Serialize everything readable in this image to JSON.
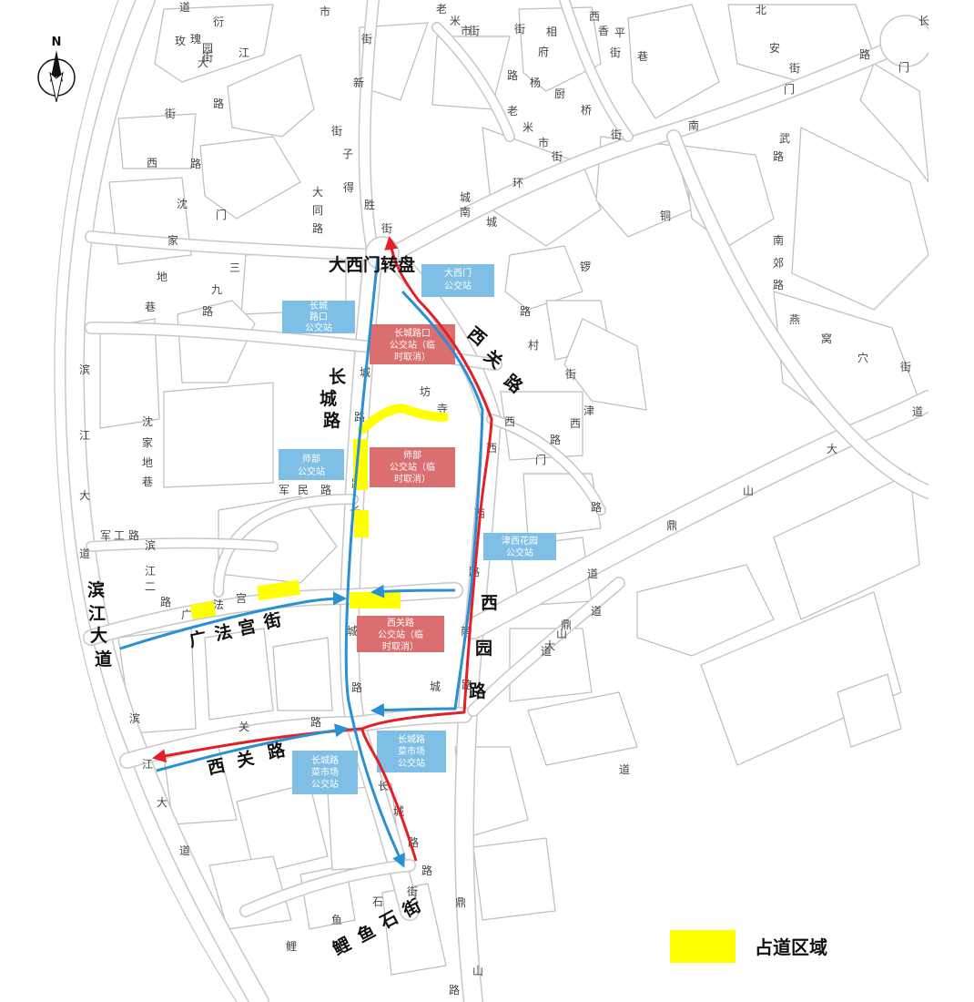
{
  "compass": {
    "letter": "N"
  },
  "places": {
    "roundabout": "大西门转盘",
    "changcheng_road": [
      "长",
      "城",
      "路"
    ],
    "xiguan_road_ne": [
      "西",
      "关",
      "路"
    ],
    "xiyuan_road": [
      "西",
      "园",
      "路"
    ],
    "binjiang_avenue": [
      "滨",
      "江",
      "大",
      "道"
    ],
    "guangfagong_street": [
      "广",
      "法",
      "宫",
      "街"
    ],
    "xiguan_road_sw": [
      "西",
      "关",
      "路"
    ],
    "liyushi_street": [
      "鲤",
      "鱼",
      "石",
      "街"
    ]
  },
  "stops": {
    "daximen": [
      "大西门",
      "公交站"
    ],
    "changcheng_lukou_blue": [
      "长城",
      "路口",
      "公交站"
    ],
    "changcheng_lukou_red": [
      "长城路口",
      "公交站（临",
      "时取消）"
    ],
    "shibu_blue": [
      "师部",
      "公交站"
    ],
    "shibu_red": [
      "师部",
      "公交站（临",
      "时取消）"
    ],
    "jinxi_garden": [
      "津西花园",
      "公交站"
    ],
    "xiguanlu_red": [
      "西关路",
      "公交站（临",
      "时取消）"
    ],
    "caishichang_right": [
      "长城路",
      "菜市场",
      "公交站"
    ],
    "caishichang_left": [
      "长城路",
      "菜市场",
      "公交站"
    ]
  },
  "street_chars": [
    [
      "滨",
      93,
      410
    ],
    [
      "江",
      93,
      482
    ],
    [
      "大",
      93,
      548
    ],
    [
      "道",
      93,
      612
    ],
    [
      "沈",
      162,
      467
    ],
    [
      "家",
      162,
      490
    ],
    [
      "地",
      162,
      512
    ],
    [
      "巷",
      162,
      533
    ],
    [
      "滨",
      165,
      603
    ],
    [
      "江",
      165,
      631
    ],
    [
      "二",
      165,
      648
    ],
    [
      "路",
      182,
      665
    ],
    [
      "军",
      116,
      592
    ],
    [
      "工",
      131,
      592
    ],
    [
      "路",
      147,
      592
    ],
    [
      "西",
      167,
      183
    ],
    [
      "路",
      215,
      184
    ],
    [
      "沈",
      200,
      228
    ],
    [
      "家",
      190,
      268
    ],
    [
      "地",
      178,
      308
    ],
    [
      "巷",
      165,
      341
    ],
    [
      "门",
      243,
      240
    ],
    [
      "三",
      258,
      298
    ],
    [
      "九",
      238,
      322
    ],
    [
      "路",
      228,
      346
    ],
    [
      "道",
      203,
      12
    ],
    [
      "衍",
      240,
      28
    ],
    [
      "玫",
      198,
      49
    ],
    [
      "瑰",
      215,
      47
    ],
    [
      "园",
      228,
      57
    ],
    [
      "街",
      228,
      67
    ],
    [
      "大",
      223,
      73
    ],
    [
      "江",
      268,
      62
    ],
    [
      "路",
      240,
      118
    ],
    [
      "街",
      187,
      129
    ],
    [
      "市",
      357,
      17
    ],
    [
      "街",
      403,
      47
    ],
    [
      "新",
      394,
      95
    ],
    [
      "街",
      370,
      148
    ],
    [
      "子",
      382,
      173
    ],
    [
      "大",
      349,
      215
    ],
    [
      "同",
      349,
      235
    ],
    [
      "路",
      349,
      255
    ],
    [
      "得",
      383,
      210
    ],
    [
      "胜",
      406,
      229
    ],
    [
      "街",
      425,
      255
    ],
    [
      "老",
      485,
      14
    ],
    [
      "米",
      500,
      27
    ],
    [
      "市",
      512,
      38
    ],
    [
      "街",
      521,
      38
    ],
    [
      "街",
      571,
      36
    ],
    [
      "府",
      597,
      61
    ],
    [
      "相",
      606,
      39
    ],
    [
      "路",
      563,
      87
    ],
    [
      "杨",
      588,
      95
    ],
    [
      "厨",
      615,
      107
    ],
    [
      "桥",
      644,
      125
    ],
    [
      "老",
      563,
      126
    ],
    [
      "米",
      580,
      144
    ],
    [
      "市",
      597,
      161
    ],
    [
      "街",
      612,
      176
    ],
    [
      "西",
      653,
      22
    ],
    [
      "香",
      663,
      38
    ],
    [
      "街",
      676,
      62
    ],
    [
      "平",
      681,
      40
    ],
    [
      "巷",
      706,
      66
    ],
    [
      "街",
      677,
      152
    ],
    [
      "南",
      762,
      142
    ],
    [
      "北",
      836,
      15
    ],
    [
      "安",
      851,
      57
    ],
    [
      "街",
      873,
      79
    ],
    [
      "门",
      867,
      102
    ],
    [
      "路",
      950,
      64
    ],
    [
      "门",
      993,
      78
    ],
    [
      "长",
      1015,
      27
    ],
    [
      "武",
      862,
      156
    ],
    [
      "路",
      855,
      176
    ],
    [
      "南",
      855,
      268
    ],
    [
      "郊",
      855,
      293
    ],
    [
      "路",
      855,
      317
    ],
    [
      "燕",
      873,
      355
    ],
    [
      "窝",
      908,
      376
    ],
    [
      "穴",
      948,
      397
    ],
    [
      "街",
      995,
      407
    ],
    [
      "道",
      1008,
      456
    ],
    [
      "大",
      914,
      497
    ],
    [
      "山",
      822,
      543
    ],
    [
      "鼎",
      738,
      581
    ],
    [
      "路",
      655,
      561
    ],
    [
      "道",
      651,
      634
    ],
    [
      "道",
      655,
      675
    ],
    [
      "鼎",
      622,
      690
    ],
    [
      "山",
      617,
      700
    ],
    [
      "大",
      604,
      713
    ],
    [
      "道",
      600,
      719
    ],
    [
      "道",
      686,
      849
    ],
    [
      "鼎",
      506,
      995
    ],
    [
      "山",
      525,
      1070
    ],
    [
      "路",
      499,
      1091
    ],
    [
      "村",
      586,
      383
    ],
    [
      "街",
      627,
      415
    ],
    [
      "西",
      560,
      467
    ],
    [
      "门",
      594,
      509
    ],
    [
      "西",
      632,
      469
    ],
    [
      "津",
      647,
      455
    ],
    [
      "路",
      610,
      487
    ],
    [
      "坊",
      467,
      434
    ],
    [
      "寺",
      486,
      453
    ],
    [
      "城",
      511,
      221
    ],
    [
      "南",
      511,
      237
    ],
    [
      "环",
      569,
      205
    ],
    [
      "路",
      577,
      346
    ],
    [
      "铜",
      731,
      241
    ],
    [
      "锣",
      643,
      297
    ],
    [
      "城",
      540,
      248
    ],
    [
      "城",
      401,
      413
    ],
    [
      "路",
      395,
      462
    ],
    [
      "路",
      392,
      535
    ],
    [
      "长",
      390,
      565
    ],
    [
      "城",
      387,
      697
    ],
    [
      "路",
      392,
      759
    ],
    [
      "城",
      478,
      758
    ],
    [
      "路",
      513,
      756
    ],
    [
      "南",
      512,
      697
    ],
    [
      "路",
      521,
      632
    ],
    [
      "西",
      540,
      496
    ],
    [
      "西",
      527,
      568
    ],
    [
      "军",
      312,
      542
    ],
    [
      "民",
      333,
      542
    ],
    [
      "路",
      358,
      542
    ],
    [
      "广",
      205,
      679
    ],
    [
      "法",
      240,
      668
    ],
    [
      "宫",
      265,
      661
    ],
    [
      "街",
      295,
      654
    ],
    [
      "关",
      268,
      802
    ],
    [
      "路",
      347,
      797
    ],
    [
      "滨",
      148,
      793
    ],
    [
      "江",
      162,
      843
    ],
    [
      "大",
      178,
      885
    ],
    [
      "道",
      203,
      938
    ],
    [
      "鱼",
      370,
      1014
    ],
    [
      "石",
      415,
      994
    ],
    [
      "街",
      453,
      983
    ],
    [
      "路",
      469,
      960
    ],
    [
      "鲤",
      320,
      1043
    ],
    [
      "路",
      454,
      929
    ],
    [
      "长",
      421,
      867
    ],
    [
      "城",
      438,
      895
    ]
  ],
  "legend": {
    "label": "占道区域",
    "swatch_color": "#ffff00"
  },
  "colors": {
    "blue_route": "#2a8fd3",
    "red_route": "#e41f26",
    "blue_stop": "#7fbfe5",
    "red_stop": "#db6e6e",
    "road_edge": "#c8c8c8"
  }
}
